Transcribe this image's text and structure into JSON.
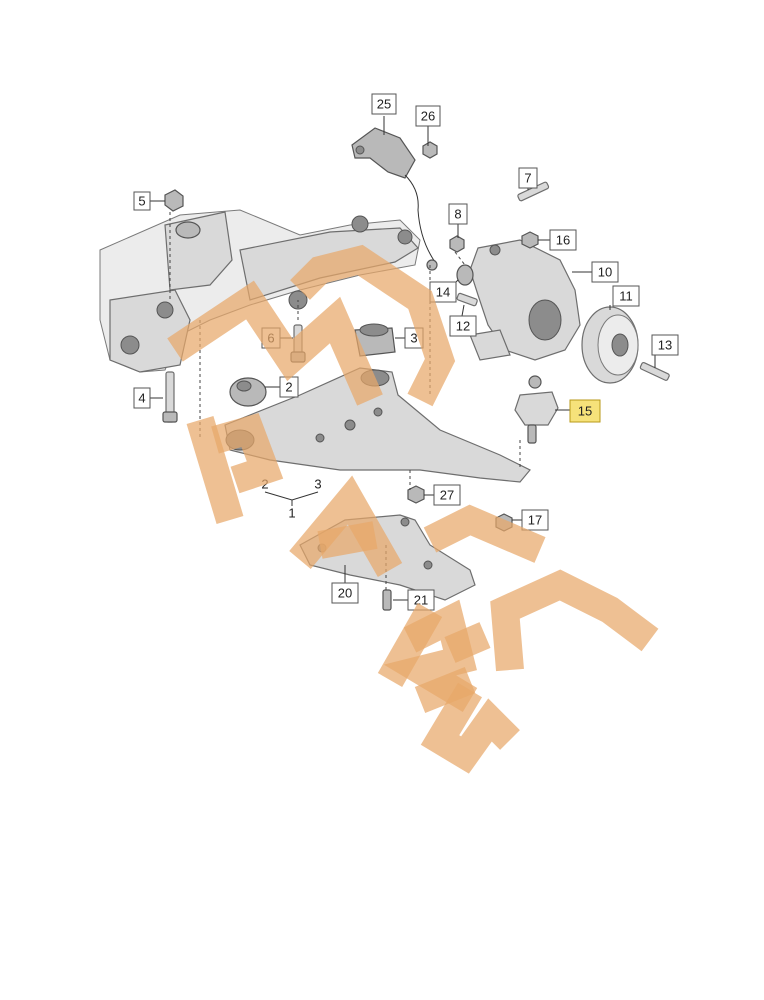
{
  "callouts": {
    "c1": "1",
    "c2a": "2",
    "c2b": "2",
    "c3a": "3",
    "c3b": "3",
    "c4": "4",
    "c5": "5",
    "c6": "6",
    "c7": "7",
    "c8": "8",
    "c10": "10",
    "c11": "11",
    "c12": "12",
    "c13": "13",
    "c14": "14",
    "c15": "15",
    "c16": "16",
    "c17": "17",
    "c20": "20",
    "c21": "21",
    "c25": "25",
    "c26": "26",
    "c27": "27"
  },
  "highlight_color": "#f6e27a",
  "watermark_color": "#e8a86a"
}
